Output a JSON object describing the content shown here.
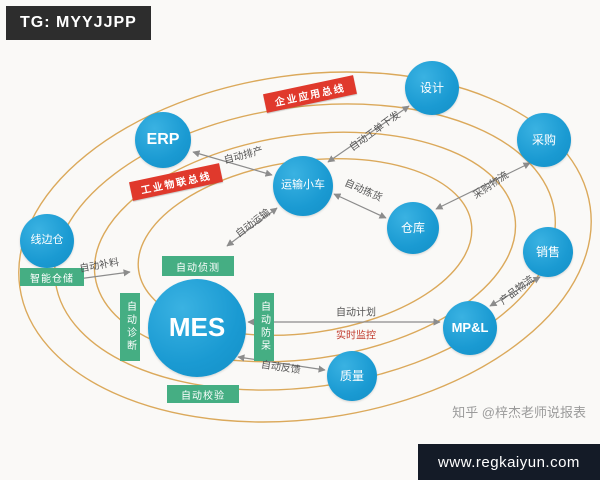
{
  "badges": {
    "tg": "TG: MYYJJPP",
    "site": "www.regkaiyun.com",
    "watermark": "知乎 @梓杰老师说报表"
  },
  "buses": {
    "enterprise": "企业应用总线",
    "industrial": "工业物联总线"
  },
  "nodes": {
    "erp": "ERP",
    "design": "设计",
    "procurement": "采购",
    "cart": "运输小车",
    "warehouse": "仓库",
    "sales": "销售",
    "lineside": "线边仓",
    "mes": "MES",
    "mpl": "MP&L",
    "quality": "质量"
  },
  "green_tags": {
    "smart_storage": "智能仓储",
    "auto_detect": "自动侦测",
    "auto_diagnose": "自动诊断",
    "auto_pokayoke": "自动防呆",
    "auto_calibrate": "自动校验"
  },
  "flow_labels": {
    "auto_scheduling": "自动排产",
    "auto_workorder": "自动工单下发",
    "auto_picking": "自动拣货",
    "purchase_logistics": "采购物流",
    "auto_transport": "自动运输",
    "auto_replenish": "自动补料",
    "auto_plan": "自动计划",
    "realtime_monitor": "实时监控",
    "auto_feedback": "自动反馈",
    "product_logistics": "产品物流"
  },
  "colors": {
    "node_blue": "#1a9ad2",
    "tag_green": "#45ae83",
    "bus_red": "#e0392c",
    "orbit_gold": "#d8a14b",
    "arrow_gray": "#8c8c8c"
  }
}
